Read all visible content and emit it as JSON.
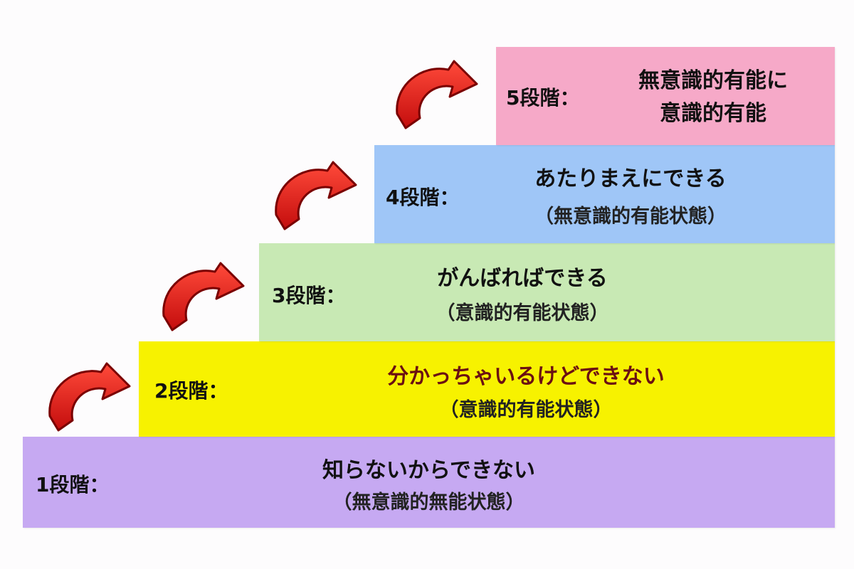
{
  "steps": [
    {
      "label": "1段階：",
      "main": "知らないからできない",
      "sub": "（無意識的無能状態）",
      "color": "#c6a9f2",
      "text_color": "#111111"
    },
    {
      "label": "2段階：",
      "main": "分かっちゃいるけどできない",
      "sub": "（意識的有能状態）",
      "color": "#f7f200",
      "text_color": "#6b0f12"
    },
    {
      "label": "3段階：",
      "main": "がんばればできる",
      "sub": "（意識的有能状態）",
      "color": "#c8e9b4",
      "text_color": "#111111"
    },
    {
      "label": "4段階：",
      "main": "あたりまえにできる",
      "sub": "（無意識的有能状態）",
      "color": "#9fc6f7",
      "text_color": "#111111"
    },
    {
      "label": "5段階：",
      "main_line1": "無意識的有能に",
      "main_line2": "意識的有能",
      "color": "#f6a9c8",
      "text_color": "#111111"
    }
  ],
  "arrow": {
    "icon": "curved-arrow-icon",
    "color": "#e11d1d"
  }
}
